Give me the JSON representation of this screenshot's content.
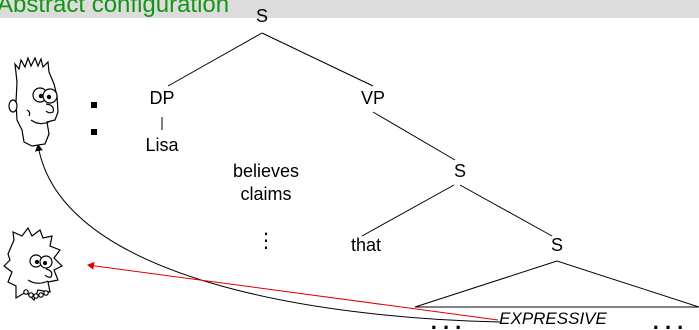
{
  "header": {
    "title": "Abstract configuration"
  },
  "tree": {
    "root": "S",
    "dp": "DP",
    "vp": "VP",
    "lisa": "Lisa",
    "verb_1": "believes",
    "verb_2": "claims",
    "vdots": "⋮",
    "s_embedded": "S",
    "complementizer": "that",
    "s_lower": "S",
    "ellipsis_left": ". . .",
    "expressive": "EXPRESSIVE",
    "ellipsis_right": ". . ."
  },
  "colors": {
    "title": "#149614",
    "title_bar": "#dcdcdc",
    "speaker_arrow": "#000000",
    "expressive_arrow": "#e00000"
  },
  "icons": {
    "speaker": "bart-face-icon",
    "subject": "lisa-face-icon"
  }
}
